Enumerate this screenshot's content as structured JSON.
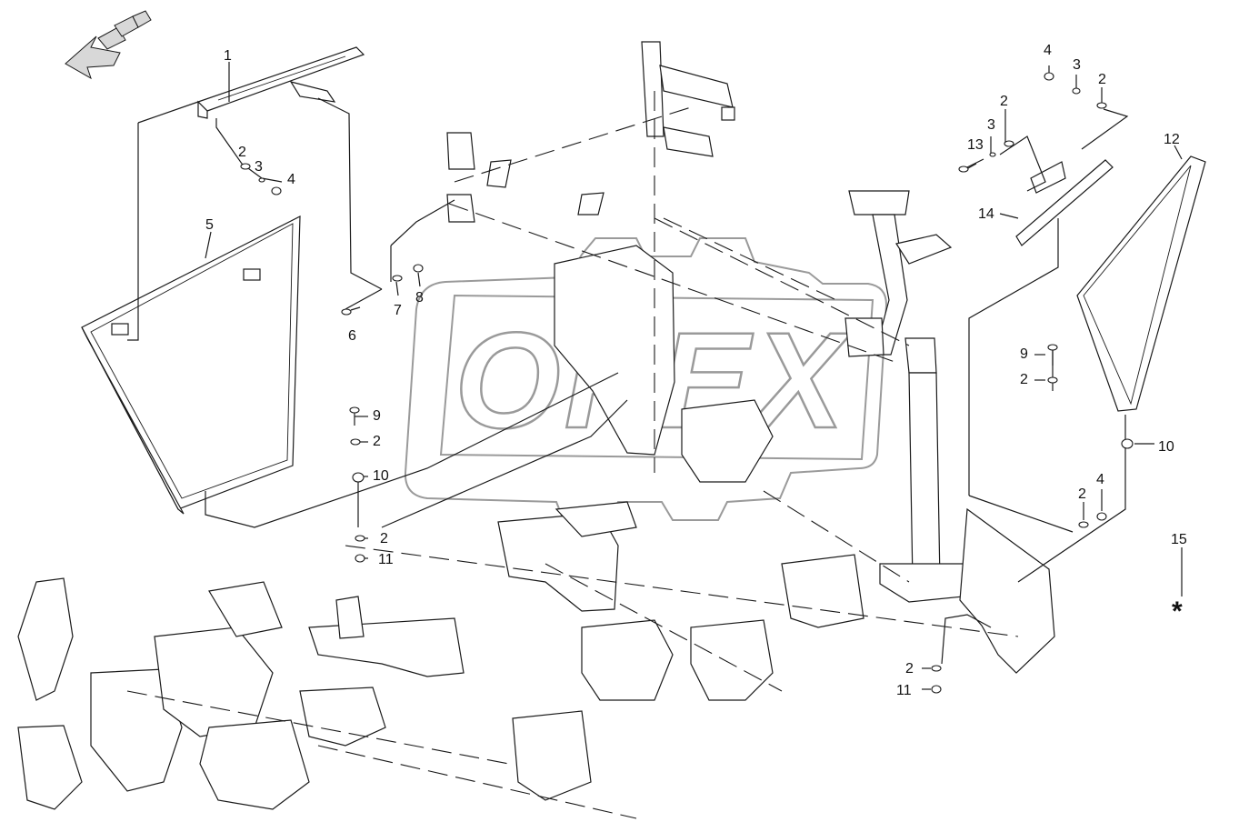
{
  "diagram": {
    "callouts": [
      {
        "id": "c1",
        "label": "1"
      },
      {
        "id": "c2a",
        "label": "2"
      },
      {
        "id": "c3a",
        "label": "3"
      },
      {
        "id": "c4a",
        "label": "4"
      },
      {
        "id": "c5",
        "label": "5"
      },
      {
        "id": "c6",
        "label": "6"
      },
      {
        "id": "c7",
        "label": "7"
      },
      {
        "id": "c8",
        "label": "8"
      },
      {
        "id": "c9a",
        "label": "9"
      },
      {
        "id": "c2b",
        "label": "2"
      },
      {
        "id": "c10a",
        "label": "10"
      },
      {
        "id": "c2c",
        "label": "2"
      },
      {
        "id": "c11a",
        "label": "11"
      },
      {
        "id": "c4b",
        "label": "4"
      },
      {
        "id": "c3b",
        "label": "3"
      },
      {
        "id": "c2d",
        "label": "2"
      },
      {
        "id": "c2e",
        "label": "2"
      },
      {
        "id": "c3c",
        "label": "3"
      },
      {
        "id": "c13",
        "label": "13"
      },
      {
        "id": "c12",
        "label": "12"
      },
      {
        "id": "c14",
        "label": "14"
      },
      {
        "id": "c9b",
        "label": "9"
      },
      {
        "id": "c2f",
        "label": "2"
      },
      {
        "id": "c10b",
        "label": "10"
      },
      {
        "id": "c2g",
        "label": "2"
      },
      {
        "id": "c4c",
        "label": "4"
      },
      {
        "id": "c15",
        "label": "15"
      },
      {
        "id": "c2h",
        "label": "2"
      },
      {
        "id": "c11b",
        "label": "11"
      }
    ],
    "star_marker": "*",
    "watermark": "OPEX",
    "colors": {
      "line": "#1a1a1a",
      "watermark": "#9a9a9a",
      "background": "#ffffff"
    }
  }
}
